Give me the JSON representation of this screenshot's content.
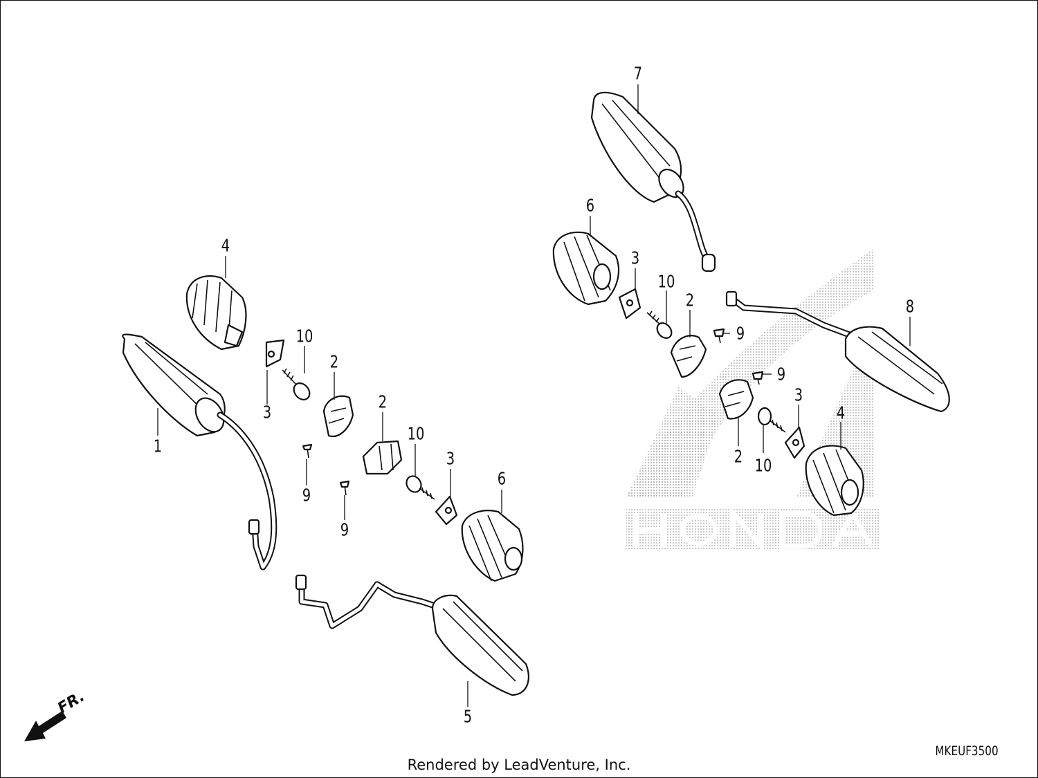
{
  "footer": {
    "text": "Rendered by LeadVenture, Inc."
  },
  "diagram_code": "MKEUF3500",
  "direction_arrow": {
    "label": "FR.",
    "icon": "front-direction-arrow-icon"
  },
  "watermark": {
    "text": "HONDA",
    "icon": "honda-wing-logo-icon",
    "color": "#bdbdbd"
  },
  "callouts": {
    "left_assembly": {
      "c1": "1",
      "c4": "4",
      "c10a": "10",
      "c3a": "3",
      "c2a": "2",
      "c2b": "2",
      "c10b": "10",
      "c3b": "3",
      "c6": "6",
      "c9a": "9",
      "c9b": "9",
      "c5": "5"
    },
    "right_assembly": {
      "c7": "7",
      "c6": "6",
      "c3a": "3",
      "c10a": "10",
      "c2a": "2",
      "c9a": "9",
      "c8": "8",
      "c9b": "9",
      "c3b": "3",
      "c4": "4",
      "c2b": "2",
      "c10b": "10"
    }
  }
}
